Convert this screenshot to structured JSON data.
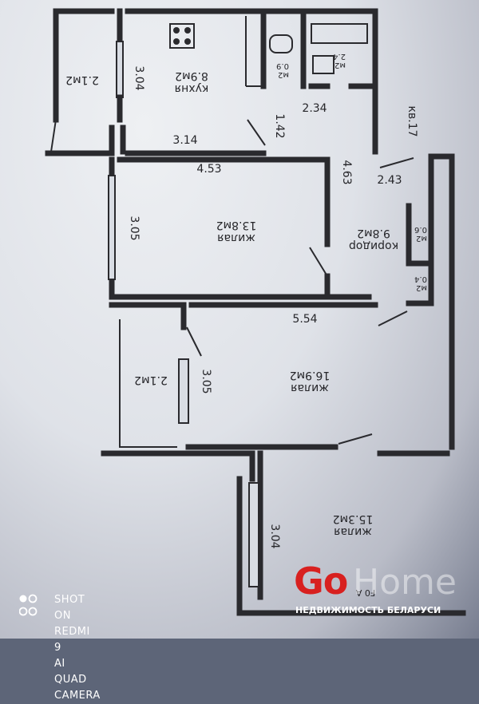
{
  "plan": {
    "apartment": "кв.17",
    "rooms": [
      {
        "id": "kitchen",
        "name": "кухня",
        "area": "8.9м2"
      },
      {
        "id": "living1",
        "name": "жилая",
        "area": "13.8м2"
      },
      {
        "id": "living2",
        "name": "жилая",
        "area": "16.9м2"
      },
      {
        "id": "living3",
        "name": "жилая",
        "area": "15.3м2"
      },
      {
        "id": "corridor",
        "name": "коридор",
        "area": "9.8м2"
      },
      {
        "id": "wc",
        "name": "м2",
        "area": "0.9"
      },
      {
        "id": "bath",
        "name": "м2",
        "area": "2.4"
      },
      {
        "id": "closet1",
        "name": "м2",
        "area": "0.6"
      },
      {
        "id": "closet2",
        "name": "м2",
        "area": "0.4"
      },
      {
        "id": "balcony1",
        "name": "",
        "area": "2.1м2"
      },
      {
        "id": "balcony2",
        "name": "",
        "area": "2.1м2"
      }
    ],
    "dimensions": {
      "d_3_04_top": "3.04",
      "d_3_14": "3.14",
      "d_2_34": "2.34",
      "d_1_42": "1.42",
      "d_4_53": "4.53",
      "d_4_63": "4.63",
      "d_2_43": "2.43",
      "d_3_05_a": "3.05",
      "d_5_54": "5.54",
      "d_3_05_b": "3.05",
      "d_3_04_bottom": "3.04"
    },
    "partial": "F0 A"
  },
  "camera": {
    "line1": "SHOT ON REDMI 9",
    "line2": "AI QUAD CAMERA"
  },
  "watermark": {
    "go": "Go",
    "home": "Home",
    "subtitle": "НЕДВИЖИМОСТЬ БЕЛАРУСИ",
    "color": "#d8201f"
  }
}
